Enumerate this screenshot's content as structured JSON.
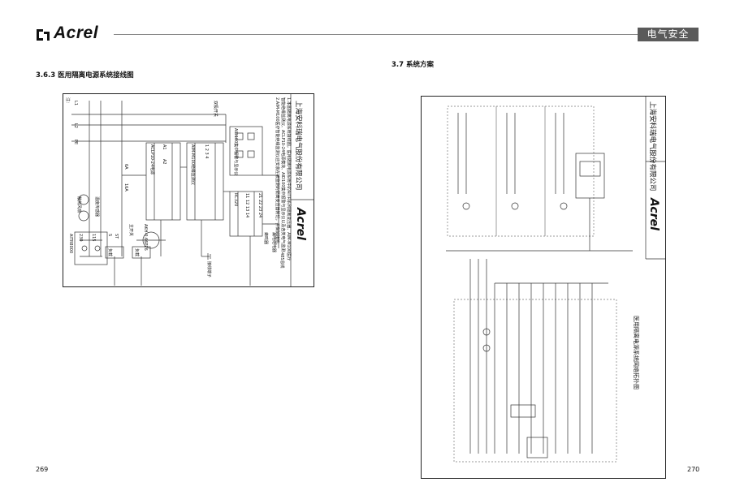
{
  "header": {
    "brand": "Acrel",
    "section_tab": "电气安全"
  },
  "left_page": {
    "section_title": "3.6.3  医用隔离电源系统接线图",
    "page_number": "269",
    "company": "上海安科瑞电气股份有限公司",
    "brand": "Acrel",
    "labels": {
      "l1": "L1",
      "l2": "L2",
      "pe": "PE",
      "transformer": "AITR8000",
      "insulation_monitor": "AIM-M100绝缘监测仪",
      "alarm_display": "AID100集中报警与显示仪",
      "alarm_display_short": "AID100",
      "power_module": "ACLP10-24电源",
      "ct": "AKH-0.66P26",
      "ct2": "K-AKH-0.66P26",
      "relay": "RC320",
      "load1": "负载",
      "load2": "负载",
      "relay_note": "漏电继电器",
      "temp_sensor": "温度传感器",
      "fan": "散热风扇",
      "buzzer": "蜂鸣器",
      "switch": "主开关",
      "bus": "485总线",
      "breaker": "双极开关",
      "terminal": "接线端子",
      "v230": "230",
      "v115": "115",
      "t1": "T1",
      "t2": "T2",
      "s": "S",
      "st": "ST",
      "k6": "6A",
      "k16": "16A",
      "a1": "A1",
      "a2": "A2",
      "tb1": "1  2  3  4",
      "tb2": "11 12 13 14",
      "tb3": "21 22 23 24"
    },
    "notes_title": "注：",
    "notes": [
      "1.本图隔离电源系统接线图，医用隔离电源系统中的AITR系列隔离变压器、AIM-M100医疗",
      "智能绝缘监测仪、ACLP10-24电源模块、AID100集中报警与显示仪以及各类电气监测",
      "2.AIM-M100医疗智能绝缘监测仪应安装在被监测的隔离变压器附近，并做好接地。"
    ]
  },
  "right_page": {
    "section_title": "3.7 系统方案",
    "page_number": "270",
    "company": "上海安科瑞电气股份有限公司",
    "brand": "Acrel",
    "caption": "医用隔离电源系统网络拓扑图"
  },
  "colors": {
    "header_tab_bg": "#5a5a5a",
    "rule": "#888888",
    "ink": "#111111",
    "line": "#333333",
    "dashed": "#777777"
  },
  "icons": [
    "acrel-logo-icon"
  ]
}
